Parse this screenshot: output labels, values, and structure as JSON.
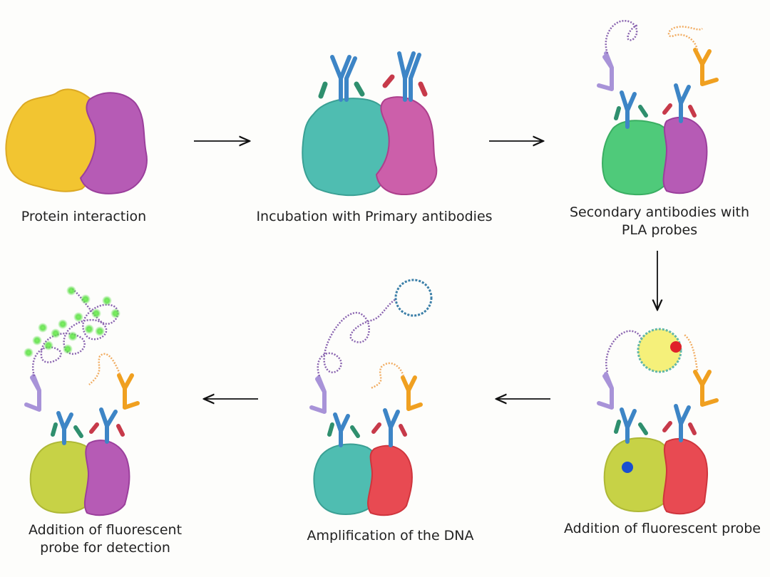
{
  "steps": [
    {
      "id": "protein-interaction",
      "label": "Protein interaction"
    },
    {
      "id": "primary-antibodies",
      "label": "Incubation with Primary antibodies"
    },
    {
      "id": "secondary-antibodies",
      "label_line1": "Secondary antibodies with",
      "label_line2": "PLA probes"
    },
    {
      "id": "fluorescent-probe",
      "label": "Addition of fluorescent probe"
    },
    {
      "id": "amplification",
      "label": "Amplification of the DNA"
    },
    {
      "id": "detection",
      "label_line1": "Addition of fluorescent",
      "label_line2": "probe for detection"
    }
  ],
  "colors": {
    "protein_yellow": "#f2c531",
    "protein_purple": "#b65bb5",
    "protein_teal": "#4fbdb1",
    "protein_green": "#4fca7a",
    "protein_lime": "#c7d246",
    "protein_red": "#e84a52",
    "antibody_blue": "#3d85c6",
    "antibody_lavender": "#a893d8",
    "antibody_orange": "#f0a020",
    "tag_green": "#2f8f6e",
    "tag_red": "#c73a4a",
    "dna_purple": "#8a64b0",
    "dna_orange": "#f1ad63",
    "fluor_green": "#5fe04a",
    "circle_yellow": "#f5f07a",
    "arrow": "#111111"
  }
}
